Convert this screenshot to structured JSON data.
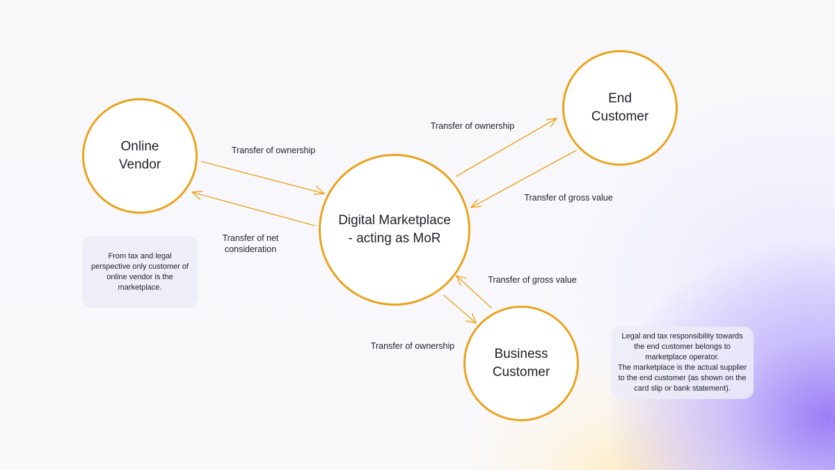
{
  "nodes": {
    "online_vendor": "Online\nVendor",
    "marketplace": "Digital Marketplace\n- acting as MoR",
    "end_customer": "End\nCustomer",
    "business_customer": "Business\nCustomer"
  },
  "edges": {
    "vendor_to_marketplace": "Transfer of ownership",
    "marketplace_to_vendor": "Transfer of net\nconsideration",
    "marketplace_to_end": "Transfer of ownership",
    "end_to_marketplace": "Transfer of gross value",
    "business_to_marketplace": "Transfer of gross value",
    "marketplace_to_business": "Transfer of ownership"
  },
  "notes": {
    "vendor_note": "From tax and legal\nperspective only customer of\nonline vendor is the\nmarketplace.",
    "operator_note": "Legal and tax responsibility towards\nthe end customer belongs to\nmarketplace operator.\nThe marketplace is the actual supplier\nto the end customer (as shown on the\ncard slip or bank statement)."
  },
  "colors": {
    "accent": "#eba21c",
    "note_bg": "#ececf8",
    "gradient_purple": "#9678f5",
    "gradient_yellow": "#ffecbe"
  }
}
